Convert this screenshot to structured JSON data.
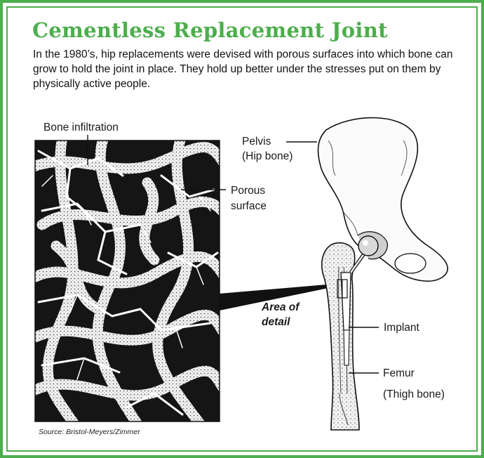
{
  "header": {
    "title": "Cementless Replacement Joint",
    "intro": "In the 1980’s, hip replacements were devised with porous surfaces into which bone can grow to hold the joint in place. They hold up better under the stresses put on them by physically active people."
  },
  "labels": {
    "bone_infiltration": "Bone infiltration",
    "pelvis": "Pelvis",
    "hip_bone": "(Hip bone)",
    "porous": "Porous",
    "surface": "surface",
    "area_of": "Area of",
    "detail": "detail",
    "implant": "Implant",
    "femur": "Femur",
    "thigh_bone": "(Thigh bone)"
  },
  "footer": {
    "source": "Source: Bristol-Meyers/Zimmer"
  },
  "colors": {
    "accent": "#4cae4c",
    "ink": "#111111"
  }
}
